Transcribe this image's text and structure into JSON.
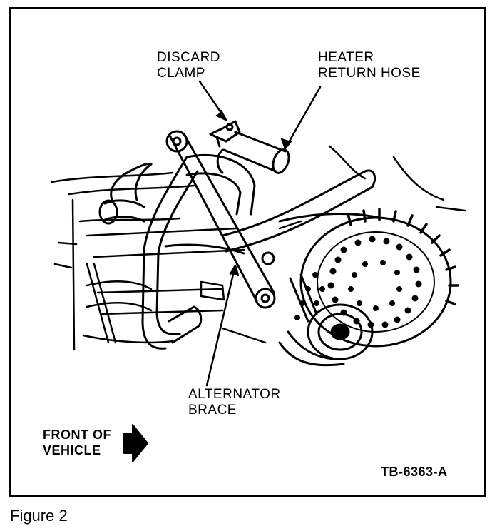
{
  "labels": {
    "discard_clamp": [
      "DISCARD",
      "CLAMP"
    ],
    "heater_return_hose": [
      "HEATER",
      "RETURN HOSE"
    ],
    "alternator_brace": [
      "ALTERNATOR",
      "BRACE"
    ],
    "front_of_vehicle": [
      "FRONT OF",
      "VEHICLE"
    ],
    "ref_code": "TB-6363-A"
  },
  "caption": "Figure 2",
  "colors": {
    "ink": "#000000",
    "paper": "#ffffff"
  }
}
